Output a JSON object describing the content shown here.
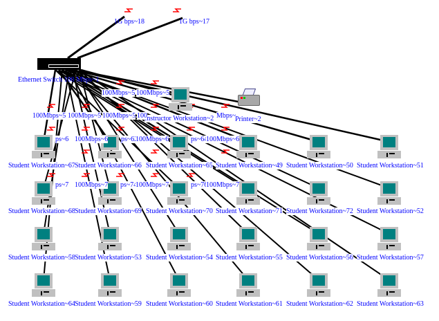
{
  "colors": {
    "label": "#0000ff",
    "screen": "#008080",
    "case": "#c0c0c0",
    "link": "#000000",
    "link_icon": "#ff0000"
  },
  "uplinks": [
    "1G bps~18",
    "1G bps~17"
  ],
  "switch": {
    "label": "Ethernet Switch 100 Mbps~1",
    "icon": "ethernet-switch-icon"
  },
  "instructor": {
    "label": "Instructor Workstation~2",
    "icon": "computer-icon"
  },
  "printer": {
    "label": "Printer~2",
    "icon": "printer-icon"
  },
  "link_labels": [
    "100Mbps~5",
    "100Mbps~5",
    "100Mbps~5",
    "100Mbps~5",
    "100Mbps~5",
    "100",
    "Mbps~",
    "ps~6",
    "100Mbps~6",
    "ps~62",
    "100Mbps~6",
    "ps~64",
    "100Mbps~6",
    "ps~7",
    "100Mbps~7",
    "ps~74",
    "100Mbps~7",
    "ps~76",
    "100Mbps~7"
  ],
  "workstations": [
    [
      "Student Workstation~67",
      "Student Workstation~66",
      "Student Workstation~65",
      "Student Workstation~49",
      "Student Workstation~50",
      "Student Workstation~51"
    ],
    [
      "Student Workstation~68",
      "Student Workstation~69",
      "Student Workstation~70",
      "Student Workstation~71",
      "Student Workstation~72",
      "Student Workstation~52"
    ],
    [
      "Student Workstation~58",
      "Student Workstation~53",
      "Student Workstation~54",
      "Student Workstation~55",
      "Student Workstation~56",
      "Student Workstation~57"
    ],
    [
      "Student Workstation~64",
      "Student Workstation~59",
      "Student Workstation~60",
      "Student Workstation~61",
      "Student Workstation~62",
      "Student Workstation~63"
    ]
  ]
}
